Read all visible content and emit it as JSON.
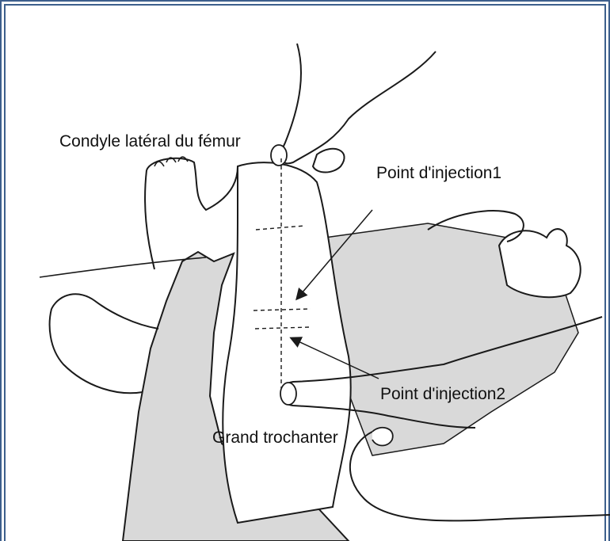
{
  "labels": {
    "condyle": "Condyle latéral du fémur",
    "point1": "Point d'injection1",
    "point2": "Point d'injection2",
    "trochanter": "Grand trochanter"
  },
  "colors": {
    "frame": "#3d5f8c",
    "shading": "#d9d9d9",
    "line": "#1a1a1a"
  }
}
